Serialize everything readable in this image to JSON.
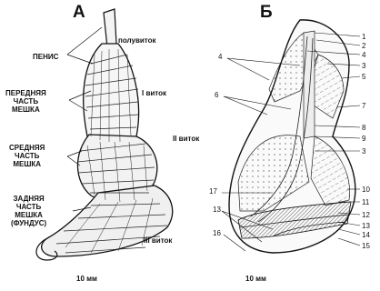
{
  "panel_a": {
    "letter": "А",
    "labels": {
      "penis": "ПЕНИС",
      "half_turn": "полувиток",
      "front_sac": "ПЕРЕДНЯЯ\nЧАСТЬ\nМЕШКА",
      "turn_1": "I виток",
      "middle_sac": "СРЕДНЯЯ\nЧАСТЬ\nМЕШКА",
      "turn_2": "II виток",
      "rear_sac": "ЗАДНЯЯ\nЧАСТЬ\nМЕШКА\n(ФУНДУС)",
      "turn_3": "III виток"
    },
    "scale": "10 мм"
  },
  "panel_b": {
    "letter": "Б",
    "numbers": [
      "1",
      "2",
      "4",
      "3",
      "5",
      "7",
      "8",
      "9",
      "3",
      "10",
      "11",
      "12",
      "13",
      "14",
      "15",
      "4",
      "6",
      "17",
      "13",
      "16"
    ],
    "scale": "10 мм"
  }
}
